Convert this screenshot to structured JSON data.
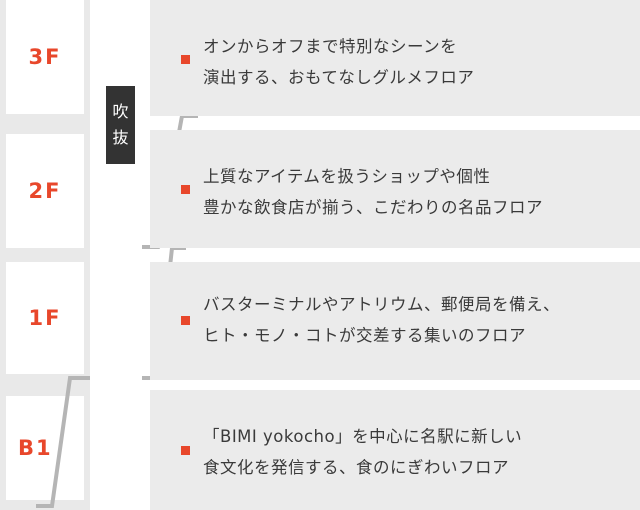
{
  "floors": [
    {
      "label": "3F",
      "lines": [
        "オンからオフまで特別なシーンを",
        "演出する、おもてなしグルメフロア"
      ]
    },
    {
      "label": "2F",
      "lines": [
        "上質なアイテムを扱うショップや個性",
        "豊かな飲食店が揃う、こだわりの名品フロア"
      ]
    },
    {
      "label": "1F",
      "lines": [
        "バスターミナルやアトリウム、郵便局を備え、",
        "ヒト・モノ・コトが交差する集いのフロア"
      ]
    },
    {
      "label": "B1",
      "lines": [
        "「BIMI yokocho」を中心に名駅に新しい",
        "食文化を発信する、食のにぎわいフロア"
      ]
    }
  ],
  "atrium_label": [
    "吹",
    "抜"
  ],
  "colors": {
    "accent": "#e8472b",
    "panel": "#ebebeb",
    "badge": "#333333",
    "connector": "#b5b5b5"
  }
}
